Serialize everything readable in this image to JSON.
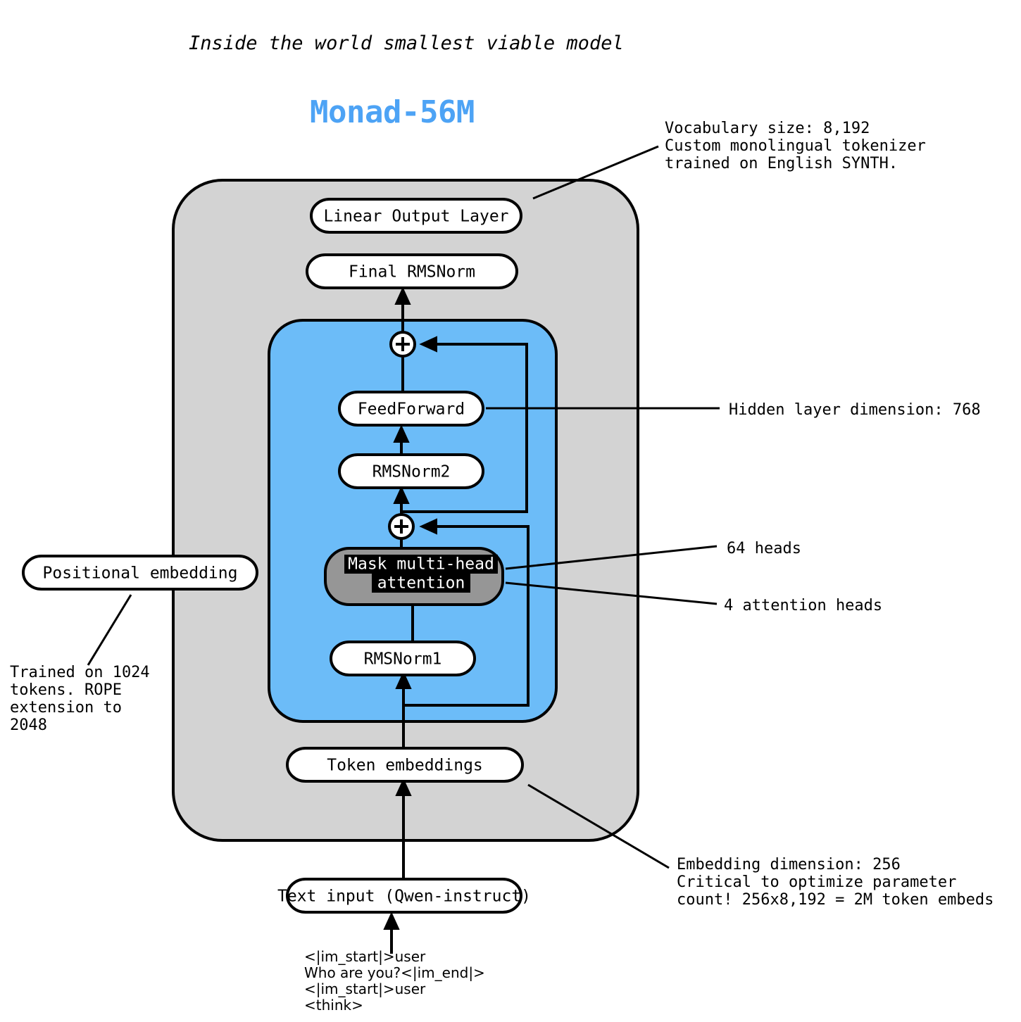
{
  "header": {
    "subtitle": "Inside the world smallest viable model",
    "model_name": "Monad-56M",
    "model_name_color": "#4DA3F5"
  },
  "colors": {
    "outer_container": "#D3D3D3",
    "transformer_block": "#6CBCF8",
    "attention_block": "#969696",
    "stroke": "#000000",
    "pill_fill": "#FFFFFF"
  },
  "nodes": {
    "linear_output": "Linear Output Layer",
    "final_rmsnorm": "Final RMSNorm",
    "feedforward": "FeedForward",
    "rmsnorm2": "RMSNorm2",
    "attention_line1": "Mask multi-head",
    "attention_line2": "attention",
    "rmsnorm1": "RMSNorm1",
    "token_embeddings": "Token embeddings",
    "positional_embedding": "Positional embedding",
    "text_input": "Text input (Qwen-instruct)",
    "residual_add_symbol": "+"
  },
  "annotations": {
    "vocabulary": {
      "line1": "Vocabulary size: 8,192",
      "line2": "Custom monolingual tokenizer",
      "line3": "trained on English SYNTH."
    },
    "hidden_dim": "Hidden layer dimension: 768",
    "heads_64": "64 heads",
    "attention_heads": "4 attention heads",
    "positional": {
      "line1": "Trained on 1024",
      "line2": "tokens. ROPE",
      "line3": "extension to",
      "line4": "2048"
    },
    "embedding": {
      "line1": "Embedding dimension: 256",
      "line2": "Critical to optimize parameter",
      "line3": "count! 256x8,192 = 2M token embeds"
    }
  },
  "chat_template": {
    "line1": "<|im_start|>user",
    "line2": "Who are you?<|im_end|>",
    "line3": "<|im_start|>user",
    "line4": "<think>"
  }
}
